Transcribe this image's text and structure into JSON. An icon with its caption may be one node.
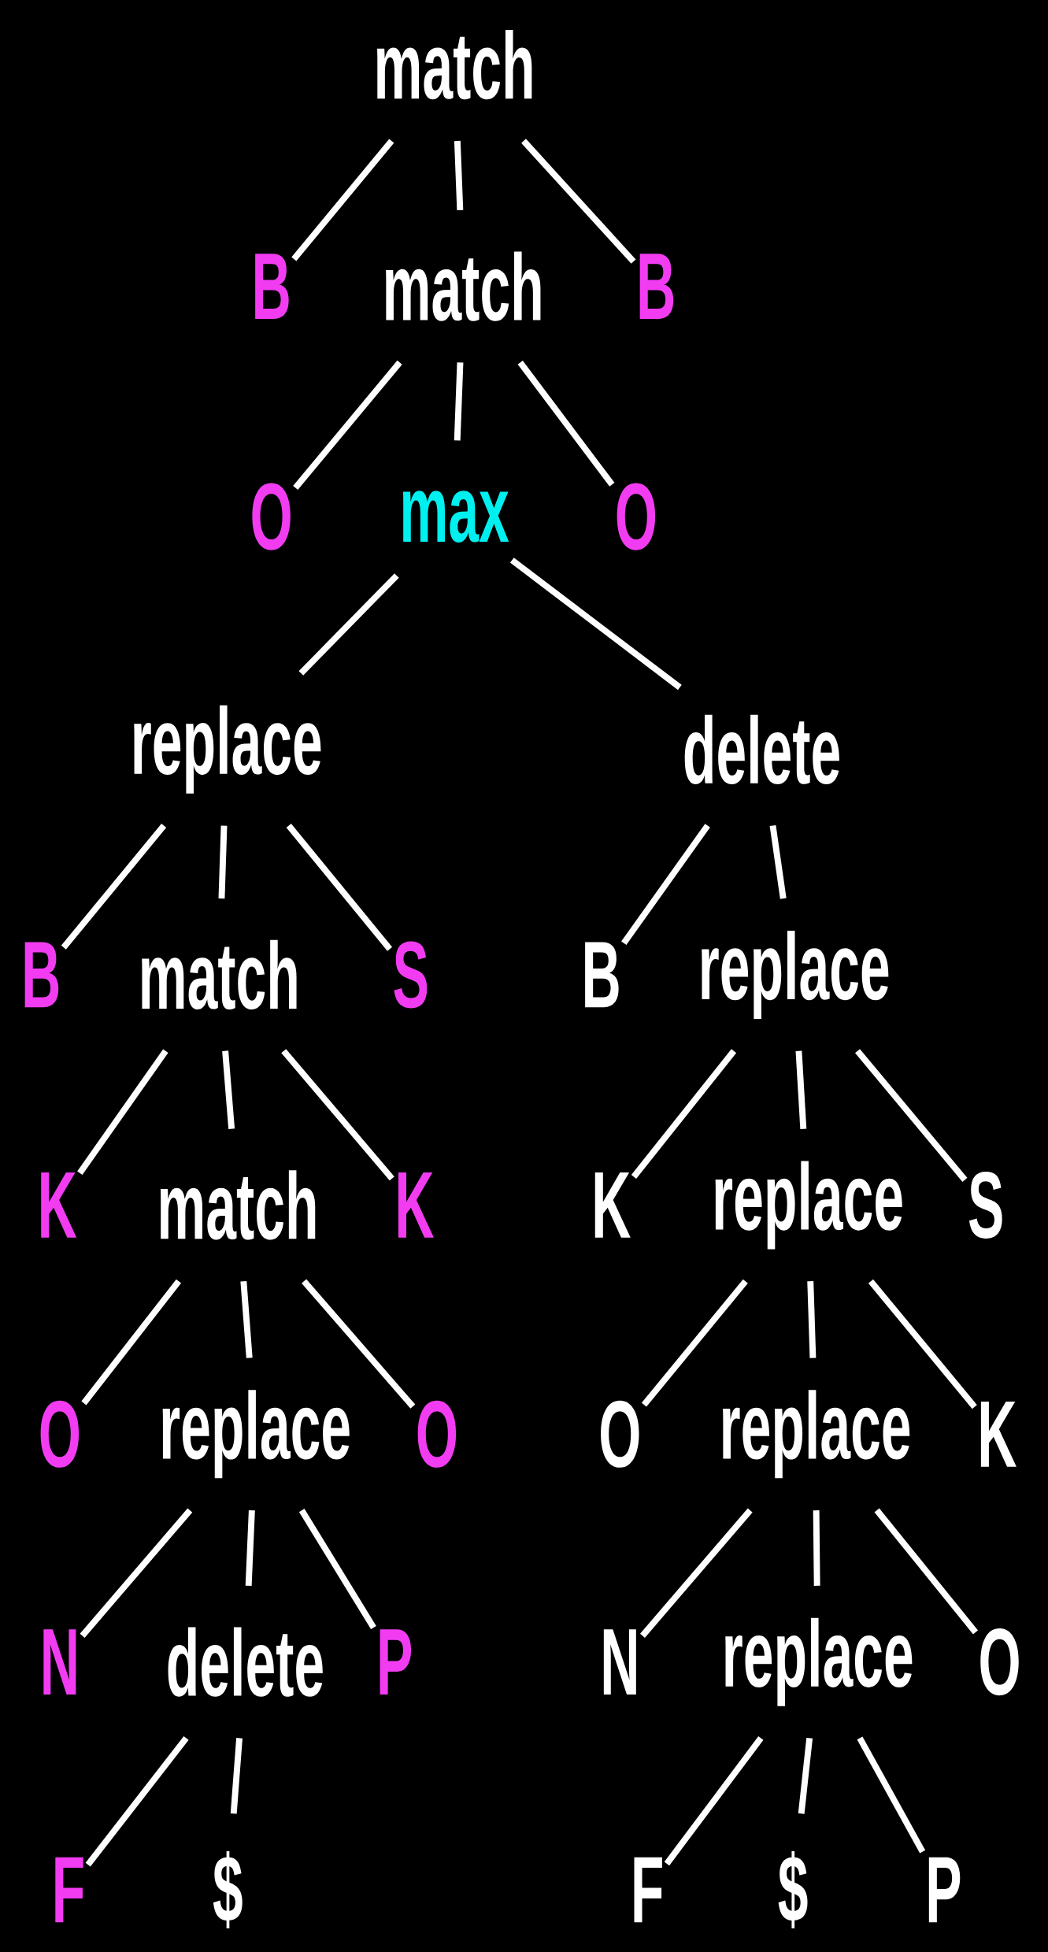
{
  "diagram": {
    "nodes": [
      {
        "text": [
          "match"
        ]
      },
      {
        "text": [
          "B"
        ]
      },
      {
        "text": [
          "match"
        ]
      },
      {
        "text": [
          "B"
        ]
      },
      {
        "text": [
          "O"
        ]
      },
      {
        "text": [
          "max"
        ]
      },
      {
        "text": [
          "O"
        ]
      },
      {
        "text": [
          "replace"
        ]
      },
      {
        "text": [
          "delete"
        ]
      },
      {
        "text": [
          "B"
        ]
      },
      {
        "text": [
          "match"
        ]
      },
      {
        "text": [
          "S"
        ]
      },
      {
        "text": [
          "B"
        ]
      },
      {
        "text": [
          "replace"
        ]
      },
      {
        "text": [
          "K"
        ]
      },
      {
        "text": [
          "match"
        ]
      },
      {
        "text": [
          "K"
        ]
      },
      {
        "text": [
          "K"
        ]
      },
      {
        "text": [
          "replace"
        ]
      },
      {
        "text": [
          "S"
        ]
      },
      {
        "text": [
          "O"
        ]
      },
      {
        "text": [
          "replace"
        ]
      },
      {
        "text": [
          "O"
        ]
      },
      {
        "text": [
          "O"
        ]
      },
      {
        "text": [
          "replace"
        ]
      },
      {
        "text": [
          "K"
        ]
      },
      {
        "text": [
          "N"
        ]
      },
      {
        "text": [
          "delete"
        ]
      },
      {
        "text": [
          "P"
        ]
      },
      {
        "text": [
          "N"
        ]
      },
      {
        "text": [
          "replace"
        ]
      },
      {
        "text": [
          "O"
        ]
      },
      {
        "text": [
          "F"
        ]
      },
      {
        "text": [
          "$"
        ]
      },
      {
        "text": [
          "F"
        ]
      },
      {
        "text": [
          "$"
        ]
      },
      {
        "text": [
          "P"
        ]
      }
    ],
    "edges": [
      {
        "from": 0,
        "to": 1,
        "arrow": "none"
      },
      {
        "from": 0,
        "to": 2,
        "arrow": "none"
      },
      {
        "from": 0,
        "to": 3,
        "arrow": "none"
      },
      {
        "from": 2,
        "to": 4,
        "arrow": "none"
      },
      {
        "from": 2,
        "to": 5,
        "arrow": "none"
      },
      {
        "from": 2,
        "to": 6,
        "arrow": "none"
      },
      {
        "from": 5,
        "to": 7,
        "arrow": "none"
      },
      {
        "from": 5,
        "to": 8,
        "arrow": "none"
      },
      {
        "from": 7,
        "to": 9,
        "arrow": "none"
      },
      {
        "from": 7,
        "to": 10,
        "arrow": "none"
      },
      {
        "from": 7,
        "to": 11,
        "arrow": "none"
      },
      {
        "from": 8,
        "to": 12,
        "arrow": "none"
      },
      {
        "from": 8,
        "to": 13,
        "arrow": "none"
      },
      {
        "from": 10,
        "to": 14,
        "arrow": "none"
      },
      {
        "from": 10,
        "to": 15,
        "arrow": "none"
      },
      {
        "from": 10,
        "to": 16,
        "arrow": "none"
      },
      {
        "from": 13,
        "to": 17,
        "arrow": "none"
      },
      {
        "from": 13,
        "to": 18,
        "arrow": "none"
      },
      {
        "from": 13,
        "to": 19,
        "arrow": "none"
      },
      {
        "from": 15,
        "to": 20,
        "arrow": "none"
      },
      {
        "from": 15,
        "to": 21,
        "arrow": "none"
      },
      {
        "from": 15,
        "to": 22,
        "arrow": "none"
      },
      {
        "from": 18,
        "to": 23,
        "arrow": "none"
      },
      {
        "from": 18,
        "to": 24,
        "arrow": "none"
      },
      {
        "from": 18,
        "to": 25,
        "arrow": "none"
      },
      {
        "from": 21,
        "to": 26,
        "arrow": "none"
      },
      {
        "from": 21,
        "to": 27,
        "arrow": "none"
      },
      {
        "from": 21,
        "to": 28,
        "arrow": "none"
      },
      {
        "from": 24,
        "to": 29,
        "arrow": "none"
      },
      {
        "from": 24,
        "to": 30,
        "arrow": "none"
      },
      {
        "from": 24,
        "to": 31,
        "arrow": "none"
      },
      {
        "from": 27,
        "to": 32,
        "arrow": "none"
      },
      {
        "from": 27,
        "to": 33,
        "arrow": "none"
      },
      {
        "from": 30,
        "to": 34,
        "arrow": "none"
      },
      {
        "from": 30,
        "to": 35,
        "arrow": "none"
      },
      {
        "from": 30,
        "to": 36,
        "arrow": "none"
      }
    ]
  }
}
